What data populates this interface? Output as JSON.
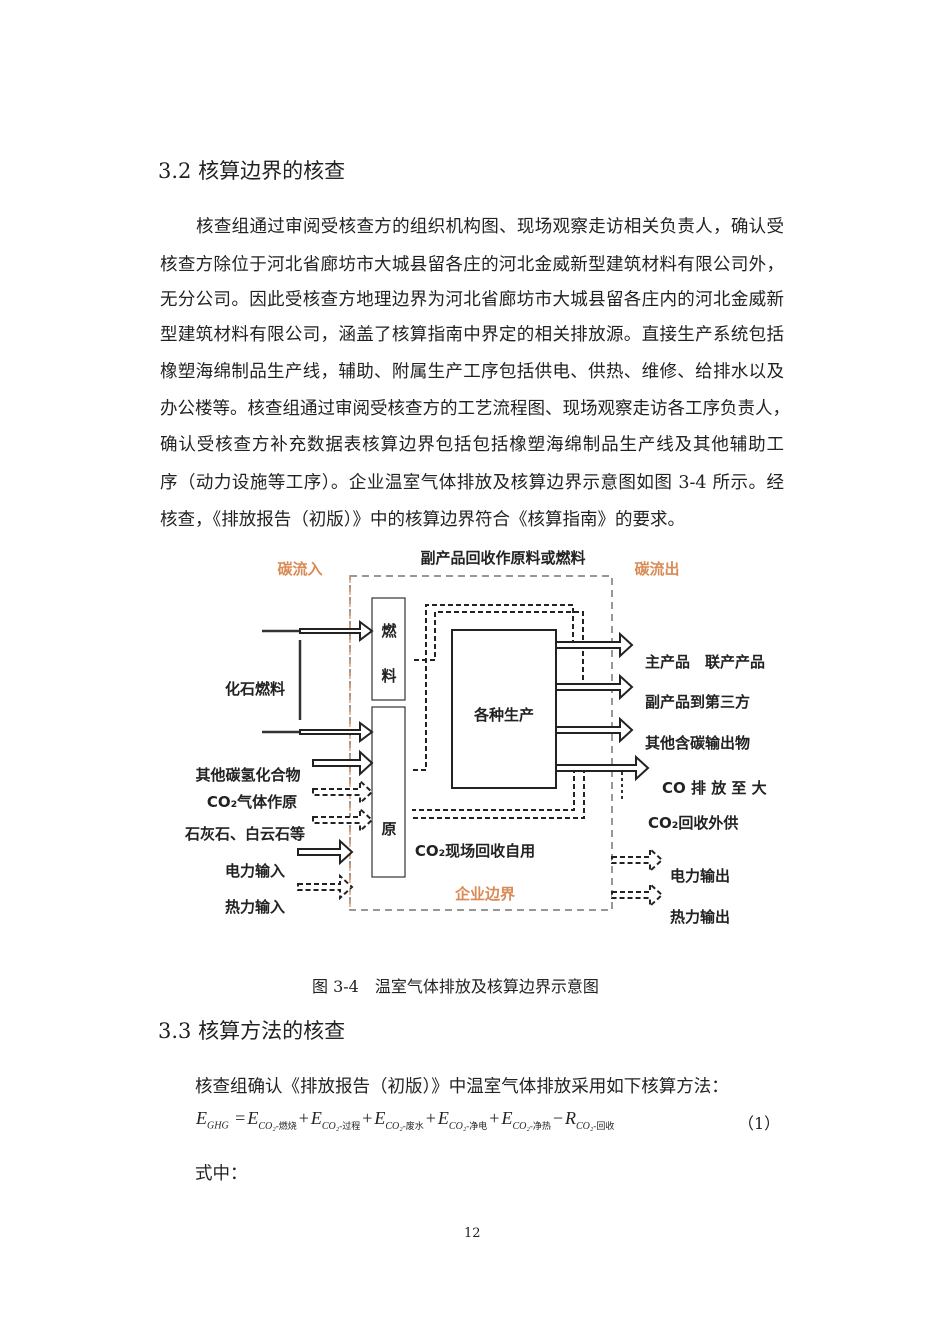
{
  "section_3_2": {
    "heading": "3.2  核算边界的核查",
    "paragraph_lines": [
      "核查组通过审阅受核查方的组织机构图、现场观察走访相关负责人，确认受",
      "核查方除位于河北省廊坊市大城县留各庄的河北金威新型建筑材料有限公司外，",
      "无分公司。因此受核查方地理边界为河北省廊坊市大城县留各庄内的河北金威新",
      "型建筑材料有限公司，涵盖了核算指南中界定的相关排放源。直接生产系统包括",
      "橡塑海绵制品生产线，辅助、附属生产工序包括供电、供热、维修、给排水以及",
      "办公楼等。核查组通过审阅受核查方的工艺流程图、现场观察走访各工序负责人，",
      "确认受核查方补充数据表核算边界包括包括橡塑海绵制品生产线及其他辅助工",
      "序（动力设施等工序）。企业温室气体排放及核算边界示意图如图 3-4 所示。经",
      "核查，《排放报告（初版）》中的核算边界符合《核算指南》的要求。"
    ]
  },
  "diagram": {
    "carbon_in": "碳流入",
    "carbon_out": "碳流出",
    "top_label": "副产品回收作原料或燃料",
    "boundary_label": "企业边界",
    "fuel_box": [
      "燃",
      "料"
    ],
    "raw_box": "原",
    "production_box": "各种生产",
    "onsite_recovery": "CO₂现场回收自用",
    "inputs": [
      "化石燃料",
      "其他碳氢化合物",
      "CO₂气体作原",
      "石灰石、白云石等",
      "电力输入",
      "热力输入"
    ],
    "outputs": [
      "主产品　联产产品",
      "副产品到第三方",
      "其他含碳输出物",
      "CO  排 放 至 大",
      "CO₂回收外供",
      "电力输出",
      "热力输出"
    ],
    "accent_color": "#d98a55"
  },
  "caption": "图 3-4　温室气体排放及核算边界示意图",
  "section_3_3": {
    "heading": "3.3  核算方法的核查",
    "intro": "核查组确认《排放报告（初版）》中温室气体排放采用如下核算方法：",
    "formula": {
      "lhs": "E",
      "lhs_sub": "GHG",
      "terms": [
        {
          "op": "=",
          "sym": "E",
          "sub": "CO₂",
          "tag": "-燃烧"
        },
        {
          "op": "+",
          "sym": "E",
          "sub": "CO₂",
          "tag": "-过程"
        },
        {
          "op": "+",
          "sym": "E",
          "sub": "CO₂",
          "tag": "-废水"
        },
        {
          "op": "+",
          "sym": "E",
          "sub": "CO₂",
          "tag": "-净电"
        },
        {
          "op": "+",
          "sym": "E",
          "sub": "CO₂",
          "tag": "-净热"
        },
        {
          "op": "−",
          "sym": "R",
          "sub": "CO₂",
          "tag": "-回收"
        }
      ],
      "number": "（1）"
    },
    "where": "式中："
  },
  "page_number": "12"
}
